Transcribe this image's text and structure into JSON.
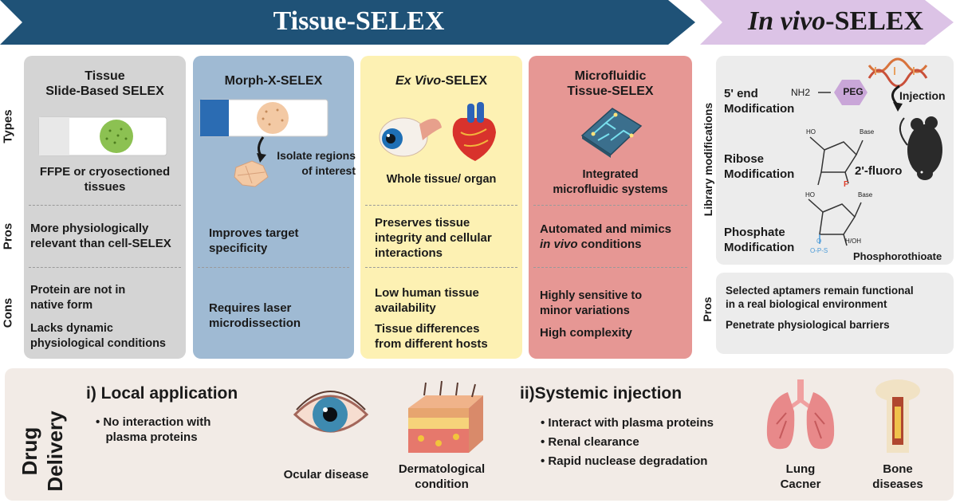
{
  "headers": {
    "tissue_selex": "Tissue-SELEX",
    "in_vivo_italic": "In vivo",
    "in_vivo_rest": "-SELEX"
  },
  "row_labels": {
    "types": "Types",
    "pros": "Pros",
    "cons": "Cons",
    "library_modifications": "Library modifications",
    "pros_right": "Pros"
  },
  "columns": {
    "slide": {
      "title_line1": "Tissue",
      "title_line2": "Slide-Based SELEX",
      "caption_line1": "FFPE or cryosectioned",
      "caption_line2": "tissues",
      "pros_line1": "More physiologically",
      "pros_line2": "relevant than cell-SELEX",
      "cons_1_line1": "Protein are not in",
      "cons_1_line2": "native form",
      "cons_2_line1": "Lacks dynamic",
      "cons_2_line2": "physiological conditions"
    },
    "morph": {
      "title": "Morph-X-SELEX",
      "caption_line1": "Isolate regions",
      "caption_line2": "of interest",
      "pros_line1": "Improves target",
      "pros_line2": "specificity",
      "cons_line1": "Requires laser",
      "cons_line2": "microdissection"
    },
    "exvivo": {
      "title_italic": "Ex Vivo",
      "title_rest": "-SELEX",
      "caption": "Whole tissue/ organ",
      "pros_line1": "Preserves tissue",
      "pros_line2": "integrity and cellular",
      "pros_line3": "interactions",
      "cons_1_line1": "Low human tissue",
      "cons_1_line2": "availability",
      "cons_2_line1": "Tissue differences",
      "cons_2_line2": "from different hosts"
    },
    "microfluidic": {
      "title_line1": "Microfluidic",
      "title_line2": "Tissue-SELEX",
      "caption_line1": "Integrated",
      "caption_line2": "microfluidic systems",
      "pros_line1": "Automated and mimics",
      "pros_italic": "in vivo",
      "pros_rest": " conditions",
      "cons_1_line1": "Highly sensitive to",
      "cons_1_line2": "minor variations",
      "cons_2": "High complexity"
    }
  },
  "invivo": {
    "mod1_line1": "5' end",
    "mod1_line2": "Modification",
    "nh2": "NH2",
    "peg": "PEG",
    "injection": "Injection",
    "mod2_line1": "Ribose",
    "mod2_line2": "Modification",
    "fluoro": "2'-fluoro",
    "mod3_line1": "Phosphate",
    "mod3_line2": "Modification",
    "phosphorothioate": "Phosphorothioate",
    "ho": "HO",
    "base": "Base",
    "f": "F",
    "oh": "H/OH",
    "ops": "O-P-S",
    "o": "O",
    "pros_line1": "Selected aptamers remain functional",
    "pros_line2": "in a real biological environment",
    "pros_line3": "Penetrate physiological barriers"
  },
  "drug_delivery": {
    "label_line1": "Drug",
    "label_line2": "Delivery",
    "local_title": "i) Local application",
    "local_bullet_line1": "No interaction with",
    "local_bullet_line2": "plasma proteins",
    "ocular": "Ocular disease",
    "derm_line1": "Dermatological",
    "derm_line2": "condition",
    "systemic_title": "ii)Systemic injection",
    "systemic_bullets": [
      "Interact with plasma proteins",
      "Renal clearance",
      "Rapid nuclease degradation"
    ],
    "lung_line1": "Lung",
    "lung_line2": "Cacner",
    "bone_line1": "Bone",
    "bone_line2": "diseases"
  },
  "colors": {
    "banner_blue": "#1f5277",
    "banner_purple": "#dcc3e6",
    "gray_box": "#d4d4d4",
    "blue_box": "#9fbad3",
    "yellow_box": "#fdf1b3",
    "red_box": "#e69794",
    "right_box": "#ececec",
    "bottom_box": "#f2ebe6"
  }
}
